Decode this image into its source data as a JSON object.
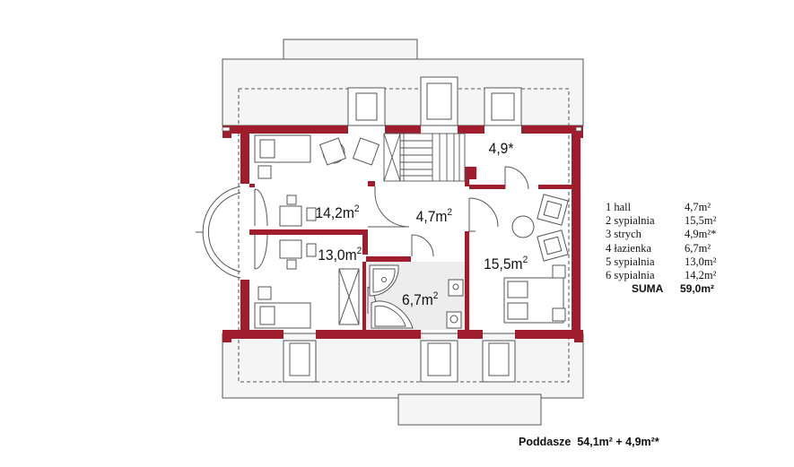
{
  "rooms": [
    {
      "area": "14,2m",
      "sup": "2"
    },
    {
      "area": "13,0m",
      "sup": "2"
    },
    {
      "area": "4,7m",
      "sup": "2"
    },
    {
      "area": "6,7m",
      "sup": "2"
    },
    {
      "area": "15,5m",
      "sup": "2"
    },
    {
      "area": "4,9*",
      "sup": ""
    }
  ],
  "legend": [
    {
      "label": "1 hall",
      "value": "4,7m²"
    },
    {
      "label": "2 sypialnia",
      "value": "15,5m²"
    },
    {
      "label": "3 strych",
      "value": "4,9m²*"
    },
    {
      "label": "4 łazienka",
      "value": "6,7m²"
    },
    {
      "label": "5 sypialnia",
      "value": "13,0m²"
    },
    {
      "label": "6 sypialnia",
      "value": "14,2m²"
    }
  ],
  "total": {
    "label": "SUMA",
    "value": "59,0m²"
  },
  "footer": {
    "label": "Poddasze",
    "value": "54,1m² + 4,9m²*"
  },
  "colors": {
    "wall": "#a01d2e",
    "roof_fill": "#f5f5f5",
    "outline": "#555555",
    "bath_fill": "#ededed"
  }
}
